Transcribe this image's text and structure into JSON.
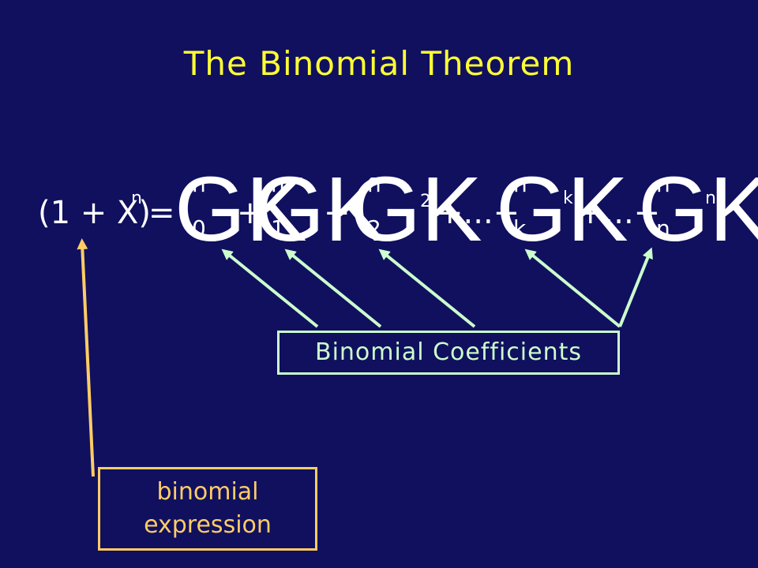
{
  "slide": {
    "title": "The Binomial Theorem"
  },
  "equation": {
    "left_side": "(1 + X)",
    "exponent_n": "n",
    "equals": "=",
    "plus": "+",
    "ellipsis_plus": "+...+",
    "coefficient_glyph": "GK",
    "k_glyph": "k",
    "two": "2",
    "n_sup": "n",
    "k_sup": "k",
    "coefficients": [
      {
        "top": "n",
        "bottom": "0",
        "power": ""
      },
      {
        "top": "n",
        "bottom": "1",
        "power": ""
      },
      {
        "top": "n",
        "bottom": "2",
        "power": "2"
      },
      {
        "top": "n",
        "bottom": "k",
        "power": "k"
      },
      {
        "top": "n",
        "bottom": "n",
        "power": "n"
      }
    ]
  },
  "labels": {
    "coefficients": "Binomial Coefficients",
    "expression_line1": "binomial",
    "expression_line2": "expression"
  },
  "colors": {
    "background": "#10105f",
    "title": "#ffff33",
    "coefficients_arrow": "#ccffcc",
    "expression_arrow": "#ffcc66",
    "equation": "#ffffff"
  }
}
